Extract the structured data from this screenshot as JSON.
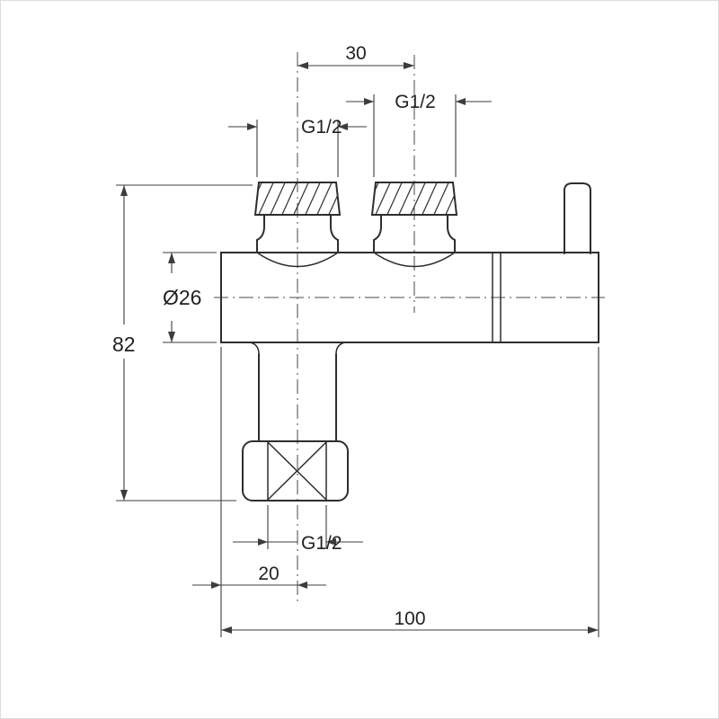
{
  "page": {
    "background": "#ffffff",
    "border_color": "#dcdcdc"
  },
  "drawing": {
    "subject": "angle-valve-front-elevation-technical-drawing",
    "line_color": "#2e2e2e",
    "dimension_color": "#3c3c3c",
    "labels": {
      "dim_port_spacing": "30",
      "dim_thread_top_right": "G1/2",
      "dim_thread_top_left": "G1/2",
      "dim_body_diameter": "Ø26",
      "dim_overall_height": "82",
      "dim_thread_bottom": "G1/2",
      "dim_outlet_offset": "20",
      "dim_overall_width": "100"
    }
  }
}
